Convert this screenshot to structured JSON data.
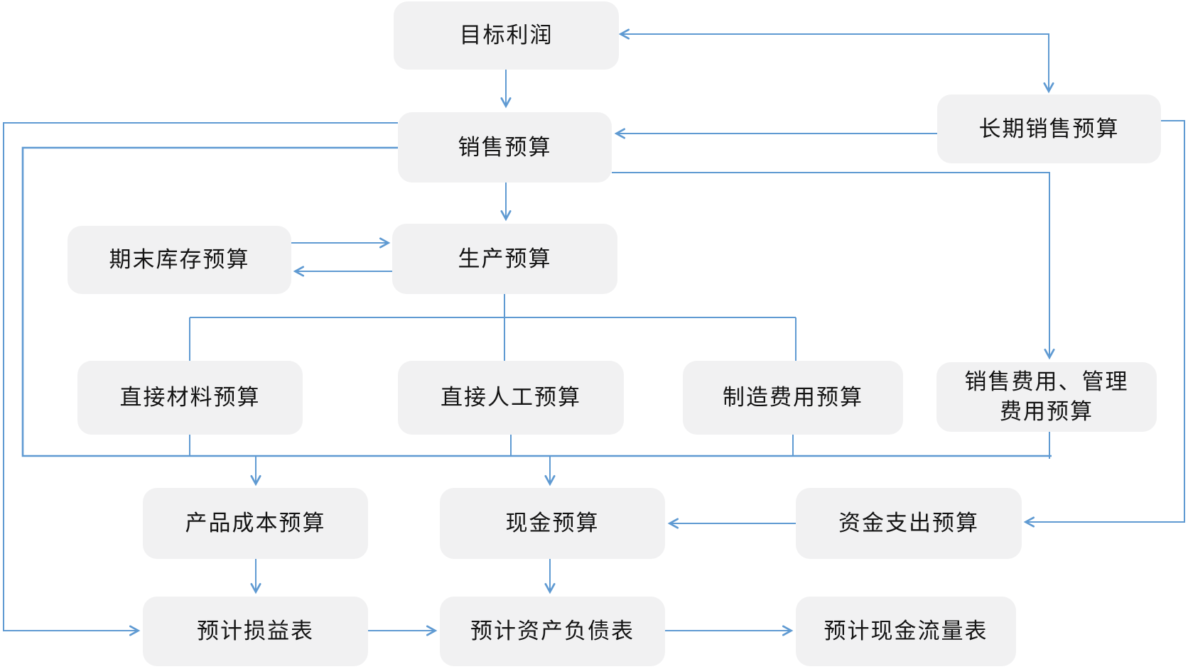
{
  "diagram": {
    "type": "flowchart",
    "language": "zh-CN",
    "topic": "enterprise comprehensive budget system"
  },
  "colors": {
    "connector": "#5f9ad2",
    "node_bg": "#f1f1f2",
    "text": "#141414",
    "background": "#ffffff"
  },
  "nodes": {
    "target_profit": {
      "label": "目标利润"
    },
    "sales_budget": {
      "label": "销售预算"
    },
    "longterm_sales": {
      "label": "长期销售预算"
    },
    "ending_inventory": {
      "label": "期末库存预算"
    },
    "production": {
      "label": "生产预算"
    },
    "direct_material": {
      "label": "直接材料预算"
    },
    "direct_labor": {
      "label": "直接人工预算"
    },
    "mfg_overhead": {
      "label": "制造费用预算"
    },
    "selling_admin": {
      "label": "销售费用、管理\n费用预算"
    },
    "product_cost": {
      "label": "产品成本预算"
    },
    "cash_budget": {
      "label": "现金预算"
    },
    "capital_expenditure": {
      "label": "资金支出预算"
    },
    "income_statement": {
      "label": "预计损益表"
    },
    "balance_sheet": {
      "label": "预计资产负债表"
    },
    "cash_flow": {
      "label": "预计现金流量表"
    }
  },
  "edges": [
    {
      "from": "target_profit",
      "to": "sales_budget",
      "arrow": "single"
    },
    {
      "from": "longterm_sales",
      "to": "target_profit",
      "arrow": "double"
    },
    {
      "from": "longterm_sales",
      "to": "sales_budget",
      "arrow": "single"
    },
    {
      "from": "sales_budget",
      "to": "production",
      "arrow": "single"
    },
    {
      "from": "sales_budget",
      "to": "selling_admin",
      "arrow": "single"
    },
    {
      "from": "ending_inventory",
      "to": "production",
      "arrow": "single"
    },
    {
      "from": "production",
      "to": "ending_inventory",
      "arrow": "single"
    },
    {
      "from": "production",
      "to": "direct_material",
      "arrow": "none"
    },
    {
      "from": "production",
      "to": "direct_labor",
      "arrow": "none"
    },
    {
      "from": "production",
      "to": "mfg_overhead",
      "arrow": "none"
    },
    {
      "from": "sales_budget",
      "to": "collector_line",
      "arrow": "none"
    },
    {
      "from": "direct_material",
      "to": "collector_line",
      "arrow": "none"
    },
    {
      "from": "direct_labor",
      "to": "collector_line",
      "arrow": "none"
    },
    {
      "from": "mfg_overhead",
      "to": "collector_line",
      "arrow": "none"
    },
    {
      "from": "selling_admin",
      "to": "collector_line",
      "arrow": "none"
    },
    {
      "from": "collector_line",
      "to": "product_cost",
      "arrow": "single"
    },
    {
      "from": "collector_line",
      "to": "cash_budget",
      "arrow": "single"
    },
    {
      "from": "sales_budget",
      "to": "income_statement",
      "arrow": "single"
    },
    {
      "from": "longterm_sales",
      "to": "capital_expenditure",
      "arrow": "single"
    },
    {
      "from": "capital_expenditure",
      "to": "cash_budget",
      "arrow": "single"
    },
    {
      "from": "product_cost",
      "to": "income_statement",
      "arrow": "single"
    },
    {
      "from": "cash_budget",
      "to": "balance_sheet",
      "arrow": "single"
    },
    {
      "from": "income_statement",
      "to": "balance_sheet",
      "arrow": "single"
    },
    {
      "from": "balance_sheet",
      "to": "cash_flow",
      "arrow": "single"
    }
  ]
}
